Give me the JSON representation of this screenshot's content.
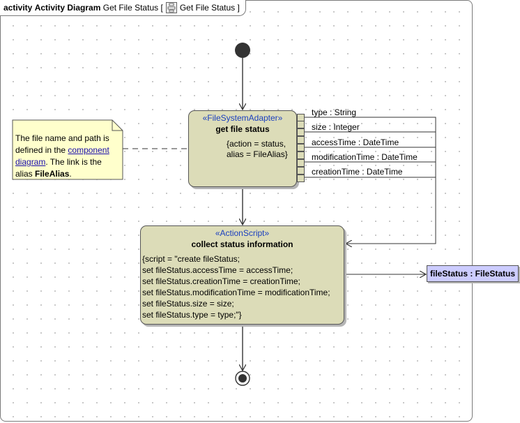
{
  "frame": {
    "kind": "activity",
    "diagram_name": "Activity Diagram",
    "activity_title": "Get File Status",
    "bracket_open": "[",
    "bracket_close": "]",
    "ref_title": "Get File Status",
    "ref_icon": "activity-diagram-icon"
  },
  "action_get_status": {
    "stereotype": "«FileSystemAdapter»",
    "name": "get file status",
    "tag_line1": "{action = status,",
    "tag_line2": "alias = FileAlias}"
  },
  "output_pins": [
    {
      "label": "type : String"
    },
    {
      "label": "size : Integer"
    },
    {
      "label": "accessTime : DateTime"
    },
    {
      "label": "modificationTime : DateTime"
    },
    {
      "label": "creationTime : DateTime"
    }
  ],
  "note": {
    "part1": "The file name and path is defined in the ",
    "link": "component diagram",
    "part2": ". The link is the alias ",
    "bold": "FileAlias",
    "part3": "."
  },
  "action_collect": {
    "stereotype": "«ActionScript»",
    "name": "collect status information",
    "script_lines": [
      "{script = \"create fileStatus;",
      "set fileStatus.accessTime = accessTime;",
      "set fileStatus.creationTime = creationTime;",
      "set fileStatus.modificationTime = modificationTime;",
      "set fileStatus.size = size;",
      "set fileStatus.type = type;\"}"
    ]
  },
  "object_node": {
    "label": "fileStatus : FileStatus"
  },
  "colors": {
    "action_fill": "#dcdcb8",
    "note_fill": "#ffffcc",
    "object_fill": "#ccccff",
    "stereotype_text": "#1a3fbf"
  }
}
